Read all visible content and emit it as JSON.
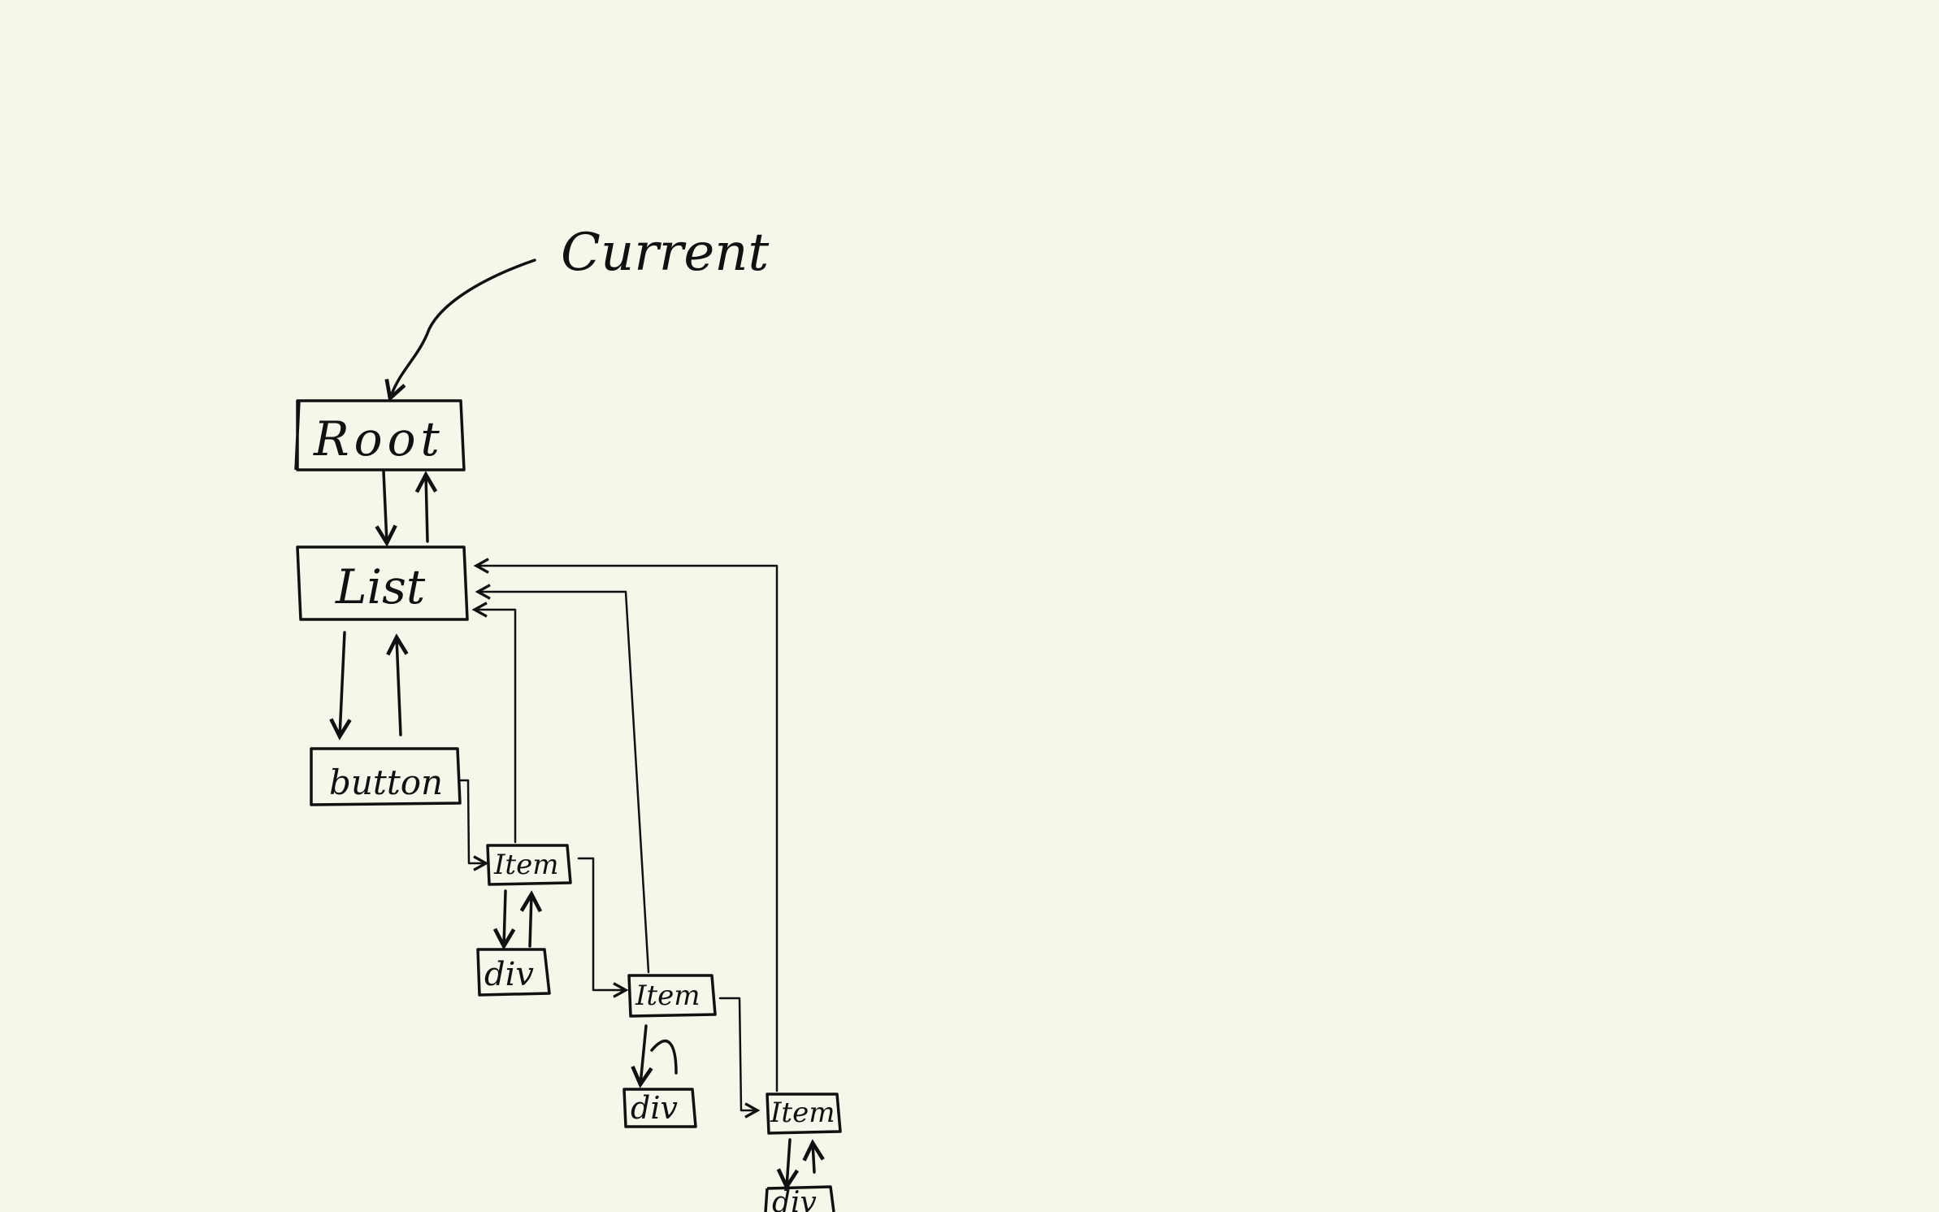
{
  "annotation": {
    "pointer_label": "Current"
  },
  "nodes": {
    "root": "Root",
    "list": "List",
    "button": "button",
    "item1": "Item",
    "div1": "div",
    "item2": "Item",
    "div2": "div",
    "item3": "Item",
    "div3": "div"
  },
  "colors": {
    "background": "#f7f6ea",
    "ink": "#111111"
  }
}
